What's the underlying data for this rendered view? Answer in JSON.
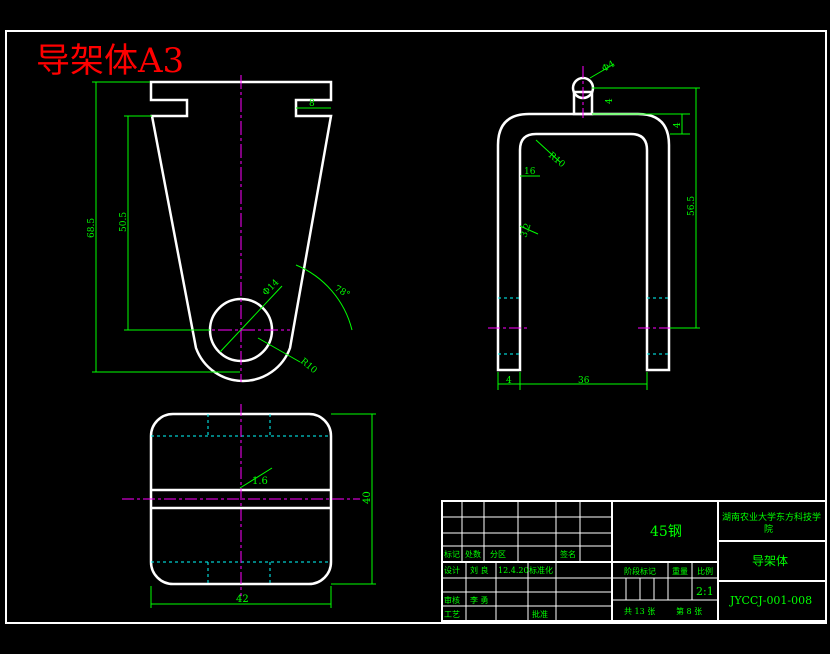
{
  "drawing": {
    "title_red": "导架体A3",
    "colors": {
      "background": "#000000",
      "outline": "#ffffff",
      "dimension": "#00ff00",
      "centerline": "#ff00ff",
      "hidden": "#00ffff",
      "title_red": "#ff0000"
    }
  },
  "dims": {
    "front": {
      "d1": "8",
      "d2": "68.5",
      "d3": "50.5",
      "d4": "Φ14",
      "d5": "R10",
      "d6": "78°"
    },
    "side": {
      "d1": "Φ4",
      "d2": "4",
      "d3": "4",
      "d4": "56.5",
      "d5": "R10",
      "d6": "16",
      "d7": "3.2",
      "d8": "4",
      "d9": "36"
    },
    "top": {
      "d1": "1.6",
      "d2": "40",
      "d3": "42"
    }
  },
  "title_block": {
    "material": "45钢",
    "school": "湖南农业大学东方科技学院",
    "part_name": "导架体",
    "drawing_no": "JYCCJ-001-008",
    "scale_label": "比例",
    "scale_value": "2:1",
    "stage_label": "阶段标记",
    "weight_label": "重量",
    "total_sheets": "共 13 张",
    "sheet_no": "第 8 张",
    "row_labels": {
      "mark": "标记",
      "count": "处数",
      "zone": "分区",
      "sign": "签名",
      "design": "设计",
      "designer": "刘 良",
      "date": "12.4.20",
      "standard": "标准化",
      "review": "审核",
      "reviewer": "李 勇",
      "process": "工艺",
      "approve": "批准"
    }
  }
}
